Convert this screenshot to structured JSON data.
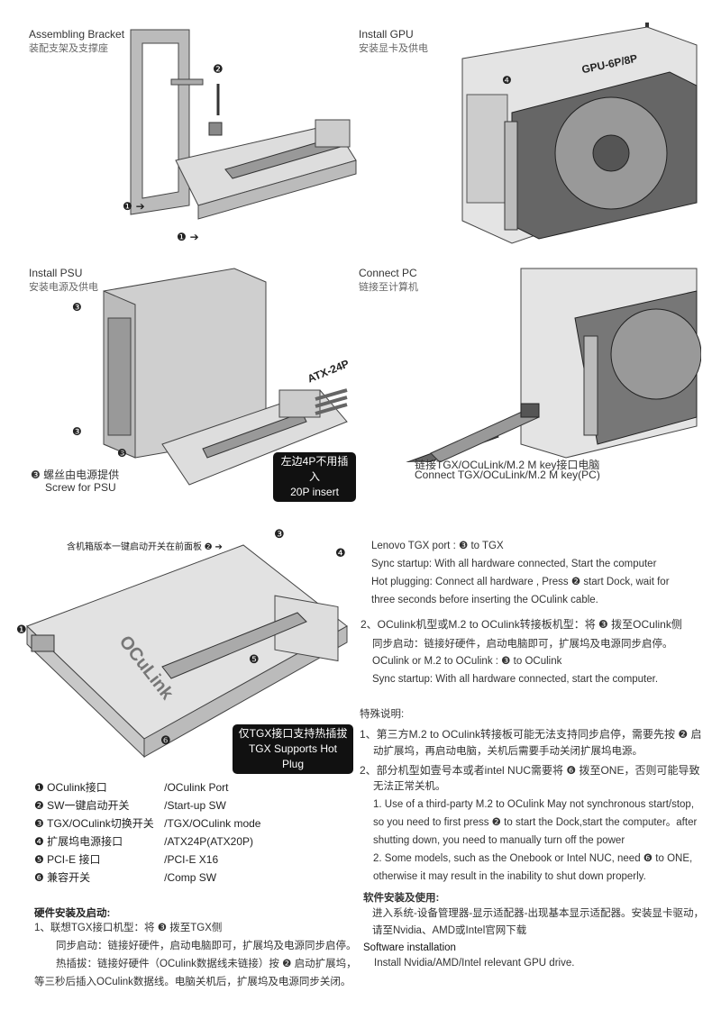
{
  "sections": {
    "bracket": {
      "title": "Assembling Bracket",
      "subtitle": "装配支架及支撑座",
      "callouts": [
        "❷",
        "❶ ➔",
        "❶ ➔"
      ]
    },
    "gpu": {
      "title": "Install GPU",
      "subtitle": "安装显卡及供电",
      "label": "GPU-6P/8P",
      "callout": "❹"
    },
    "psu": {
      "title": "Install PSU",
      "subtitle": "安装电源及供电",
      "label": "ATX-24P",
      "callouts": [
        "❸",
        "❸",
        "❸"
      ],
      "note_black": [
        "左边4P不用插入",
        "20P insert"
      ],
      "caption_cn": "❸ 螺丝由电源提供",
      "caption_en": "Screw for PSU"
    },
    "connect": {
      "title": "Connect PC",
      "subtitle": "链接至计算机",
      "caption_cn": "链接TGX/OCuLink/M.2 M key接口电脑",
      "caption_en": "Connect TGX/OCuLink/M.2 M key(PC)"
    }
  },
  "board": {
    "front_panel_note": "含机箱版本一键启动开关在前面板 ❷ ➔",
    "callouts": [
      "❶",
      "❸",
      "❹",
      "❺",
      "❻"
    ],
    "brand": "OCuLink",
    "hotplug_note": [
      "仅TGX接口支持热插拔",
      "TGX Supports Hot Plug"
    ]
  },
  "legend": [
    {
      "num": "❶",
      "cn": "OCulink接口",
      "en": "/OCulink Port"
    },
    {
      "num": "❷",
      "cn": "SW一键启动开关",
      "en": "/Start-up SW"
    },
    {
      "num": "❸",
      "cn": "TGX/OCulink切换开关",
      "en": "/TGX/OCulink mode"
    },
    {
      "num": "❹",
      "cn": "扩展坞电源接口",
      "en": "/ATX24P(ATX20P)"
    },
    {
      "num": "❺",
      "cn": "PCI-E 接口",
      "en": "/PCI-E X16"
    },
    {
      "num": "❻",
      "cn": "兼容开关",
      "en": "/Comp SW"
    }
  ],
  "hardware": {
    "heading": "硬件安装及启动:",
    "lines": [
      "1、联想TGX接口机型：将 ❸ 拨至TGX侧",
      "同步启动：链接好硬件，启动电脑即可，扩展坞及电源同步启停。",
      "热插拔：链接好硬件（OCulink数据线未链接）按 ❷ 启动扩展坞，",
      "等三秒后插入OCulink数据线。电脑关机后，扩展坞及电源同步关闭。"
    ]
  },
  "right": {
    "tgx_lines": [
      "Lenovo TGX port : ❸ to TGX",
      "Sync startup: With all hardware connected, Start the computer",
      "Hot plugging: Connect all hardware , Press ❷ start Dock,  wait for",
      "three seconds before inserting the OCulink cable."
    ],
    "oculink_heading": "2、OCulink机型或M.2 to OCulink转接板机型：将 ❸ 拨至OCulink侧",
    "oculink_lines": [
      "同步启动：链接好硬件，启动电脑即可，扩展坞及电源同步启停。",
      "OCulink  or M.2 to OCulink : ❸ to OCulink",
      "Sync startup: With all hardware connected, start the computer."
    ],
    "special_heading": "特殊说明:",
    "special_cn": [
      "1、第三方M.2 to OCulink转接板可能无法支持同步启停，需要先按 ❷ 启",
      "动扩展坞，再启动电脑，关机后需要手动关闭扩展坞电源。",
      "2、部分机型如壹号本或者intel NUC需要将 ❻ 拨至ONE，否则可能导致",
      "无法正常关机。"
    ],
    "special_en": [
      "1. Use of a third-party M.2 to OCulink  May not  synchronous start/stop,",
      "so you need to first press ❷ to start the Dock,start the computer。after",
      "shutting down, you need to manually turn off the power",
      "2. Some models, such as the Onebook or Intel NUC, need ❻ to ONE,",
      "otherwise it may result in the inability to shut down properly."
    ],
    "software_heading_cn": "软件安装及使用:",
    "software_cn": [
      "进入系统-设备管理器-显示适配器-出现基本显示适配器。安装显卡驱动，",
      "请至Nvidia、AMD或Intel官网下载"
    ],
    "software_heading_en": "Software installation",
    "software_en": "Install Nvidia/AMD/Intel relevant GPU drive."
  }
}
